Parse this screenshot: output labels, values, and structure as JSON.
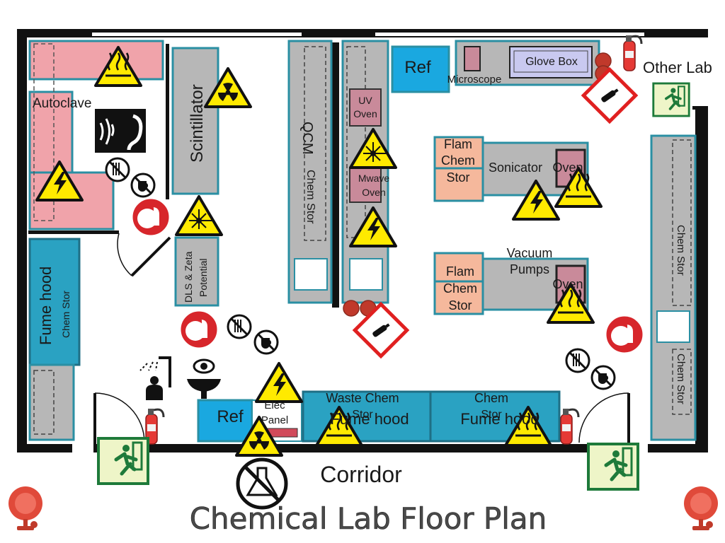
{
  "title": "Chemical Lab Floor Plan",
  "rooms": {
    "corridor": "Corridor",
    "other_lab": "Other Lab"
  },
  "equipment": {
    "autoclave": "Autoclave",
    "scintillator": "Scintillator",
    "qcm": "QCM",
    "chem_stor": "Chem Stor",
    "uv_oven_1": "UV",
    "uv_oven_2": "Oven",
    "mwave_oven_1": "Mwave",
    "mwave_oven_2": "Oven",
    "ref": "Ref",
    "microscope": "Microscope",
    "glove_box": "Glove Box",
    "flam_chem_stor_1": "Flam",
    "flam_chem_stor_2": "Chem",
    "flam_chem_stor_3": "Stor",
    "sonicator": "Sonicator",
    "oven": "Oven",
    "vacuum_pumps_1": "Vacuum",
    "vacuum_pumps_2": "Pumps",
    "fume_hood": "Fume hood",
    "dls_zeta_1": "DLS & Zeta",
    "dls_zeta_2": "Potential",
    "elec_panel_1": "Elec",
    "elec_panel_2": "Panel",
    "waste_chem_stor_1": "Waste Chem",
    "waste_chem_stor_2": "Stor",
    "chem_stor_hood_1": "Chem",
    "chem_stor_hood_2": "Stor"
  },
  "colors": {
    "wall": "#111111",
    "bench_border": "#2a8fa3",
    "bench_fill": "#b7b7b7",
    "hot_surface": "#f0a3aa",
    "ref_blue": "#1aa8e0",
    "fume_blue": "#2aa2c2",
    "flam_orange": "#f5b89c",
    "oven_mauve": "#c98a9a",
    "warning_yellow": "#ffea00",
    "exit_green": "#1e7a3a",
    "alarm_red": "#e53935"
  },
  "icons": [
    "hot-surface-icon",
    "radiation-icon",
    "laser-icon",
    "electrical-hazard-icon",
    "noise-ear-protection-icon",
    "no-food-icon",
    "no-drink-icon",
    "wear-face-shield-icon",
    "gas-cylinder-icon",
    "fire-extinguisher-icon",
    "emergency-exit-icon",
    "emergency-shower-icon",
    "eyewash-icon",
    "fire-alarm-bell-icon",
    "no-chemicals-icon"
  ]
}
